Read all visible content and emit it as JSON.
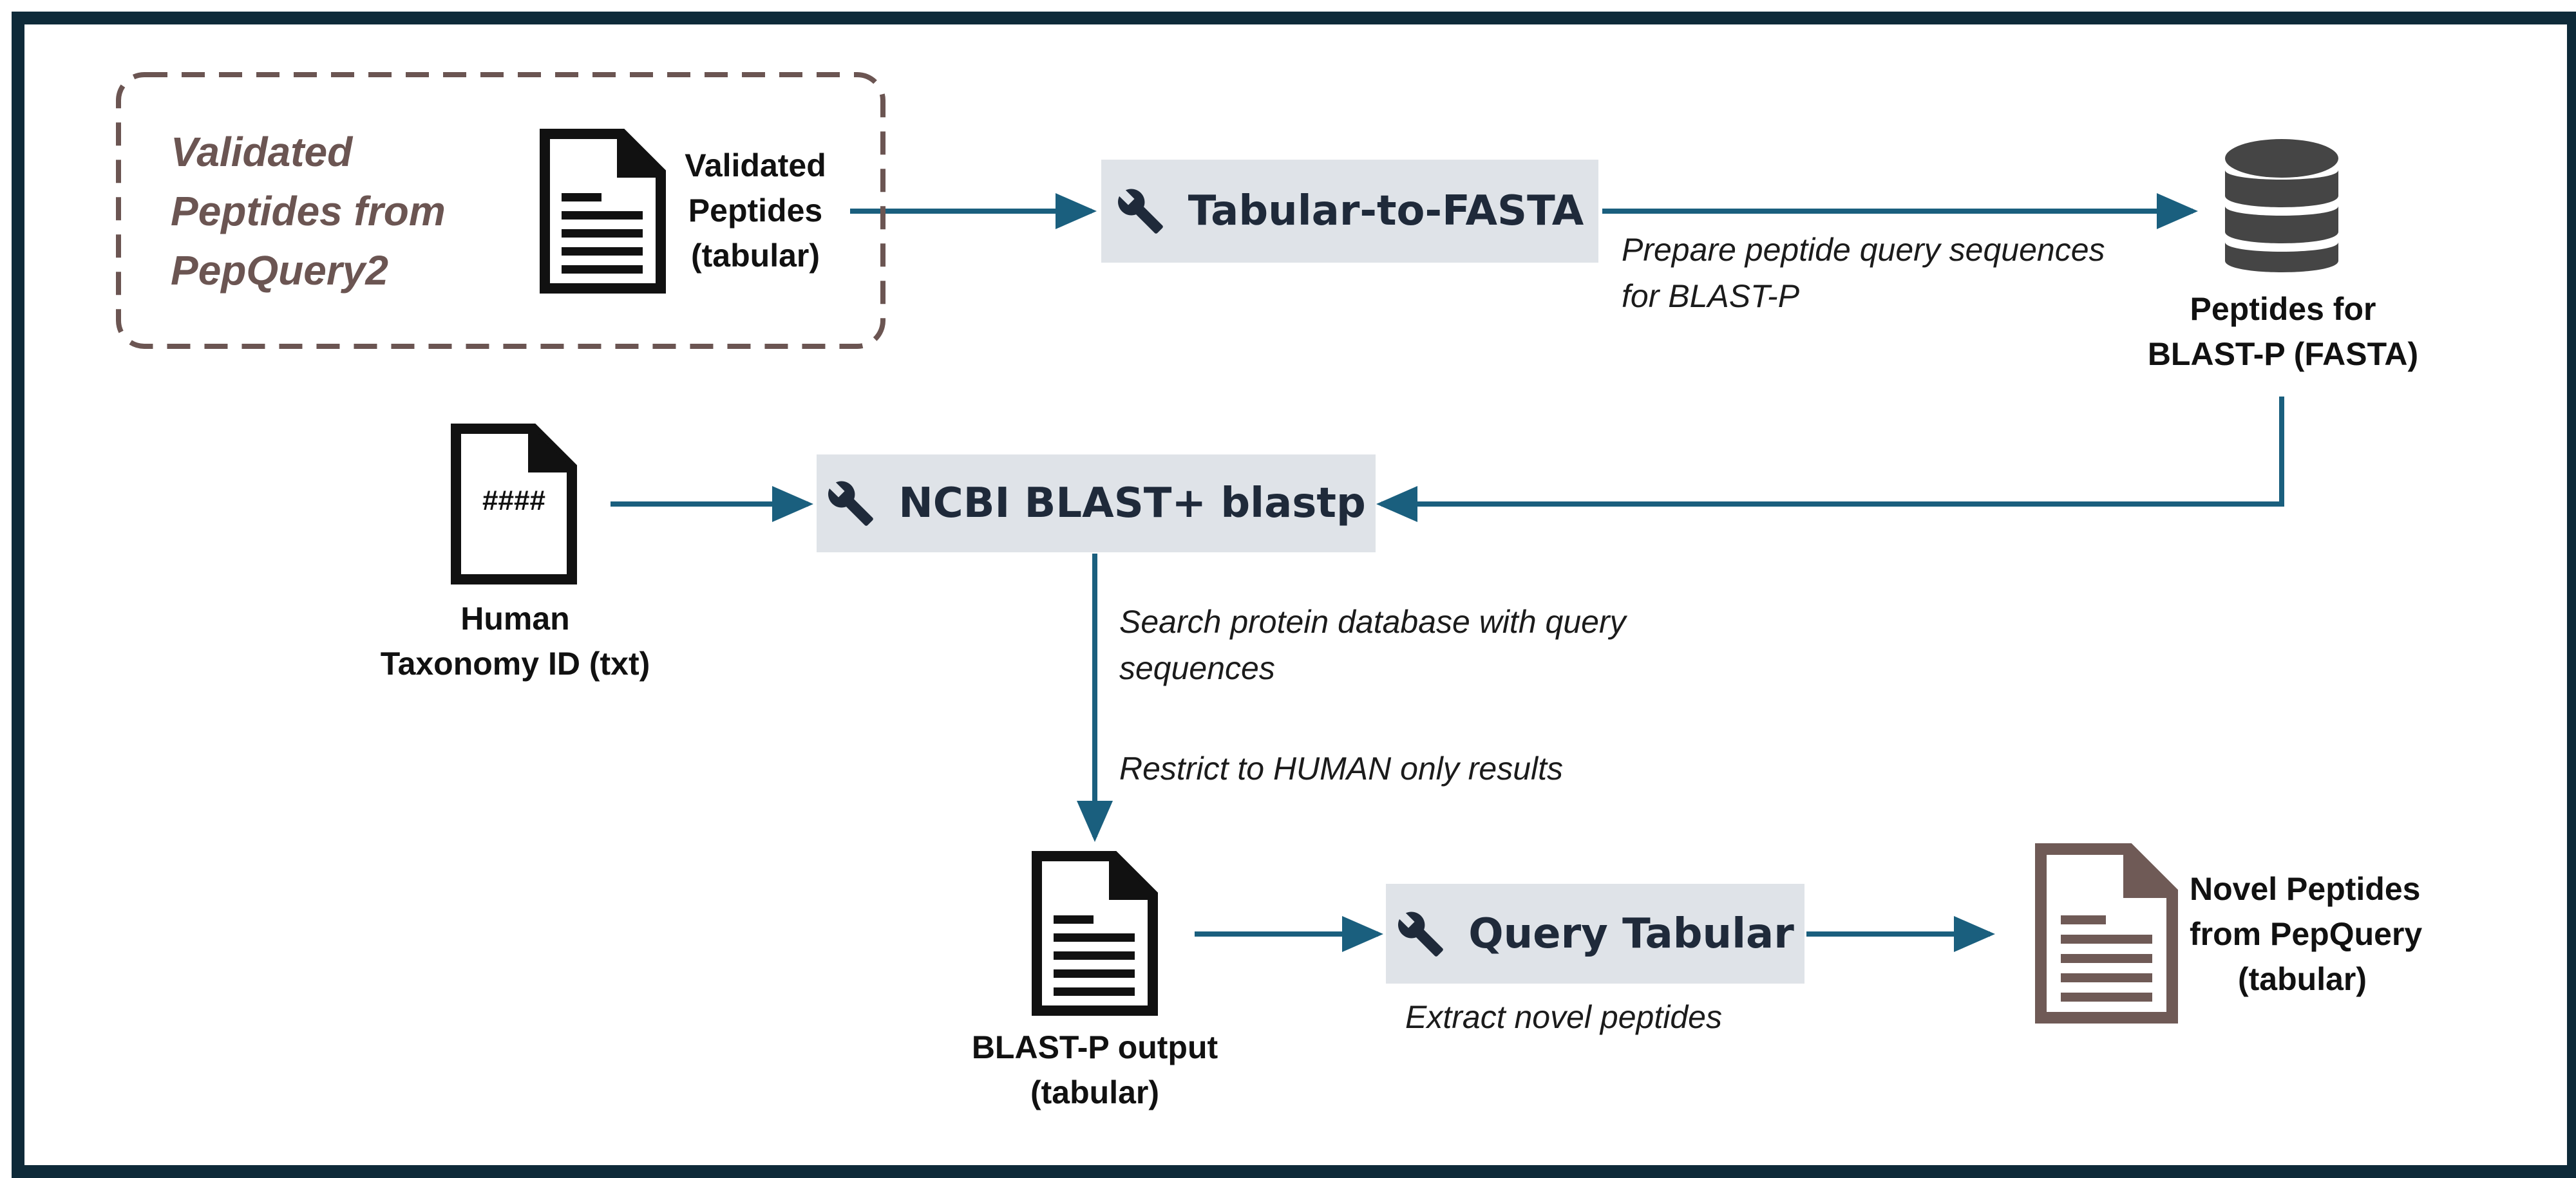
{
  "input_group": {
    "title_line1": "Validated",
    "title_line2": "Peptides from",
    "title_line3": "PepQuery2"
  },
  "files": {
    "validated_peptides": {
      "line1": "Validated",
      "line2": "Peptides",
      "line3": "(tabular)"
    },
    "taxonomy": {
      "glyph": "####",
      "line1": "Human",
      "line2": "Taxonomy ID (txt)"
    },
    "blast_output": {
      "line1": "BLAST-P output",
      "line2": "(tabular)"
    },
    "novel_peptides": {
      "line1": "Novel Peptides",
      "line2": "from PepQuery",
      "line3": "(tabular)"
    }
  },
  "database": {
    "line1": "Peptides for",
    "line2": "BLAST-P (FASTA)"
  },
  "tools": {
    "tabular_to_fasta": "Tabular-to-FASTA",
    "blastp": "NCBI BLAST+ blastp",
    "query_tabular": "Query Tabular"
  },
  "notes": {
    "prepare_line1": "Prepare peptide query sequences",
    "prepare_line2": "for BLAST-P",
    "search_line1": "Search protein database with query",
    "search_line2": "sequences",
    "restrict": "Restrict to HUMAN only results",
    "extract": "Extract novel peptides"
  },
  "colors": {
    "frame": "#0e2a39",
    "arrow": "#1a5f7e",
    "tool_box": "#dfe3e8",
    "input_brown": "#6b5552",
    "output_brown": "#6f5a56"
  }
}
